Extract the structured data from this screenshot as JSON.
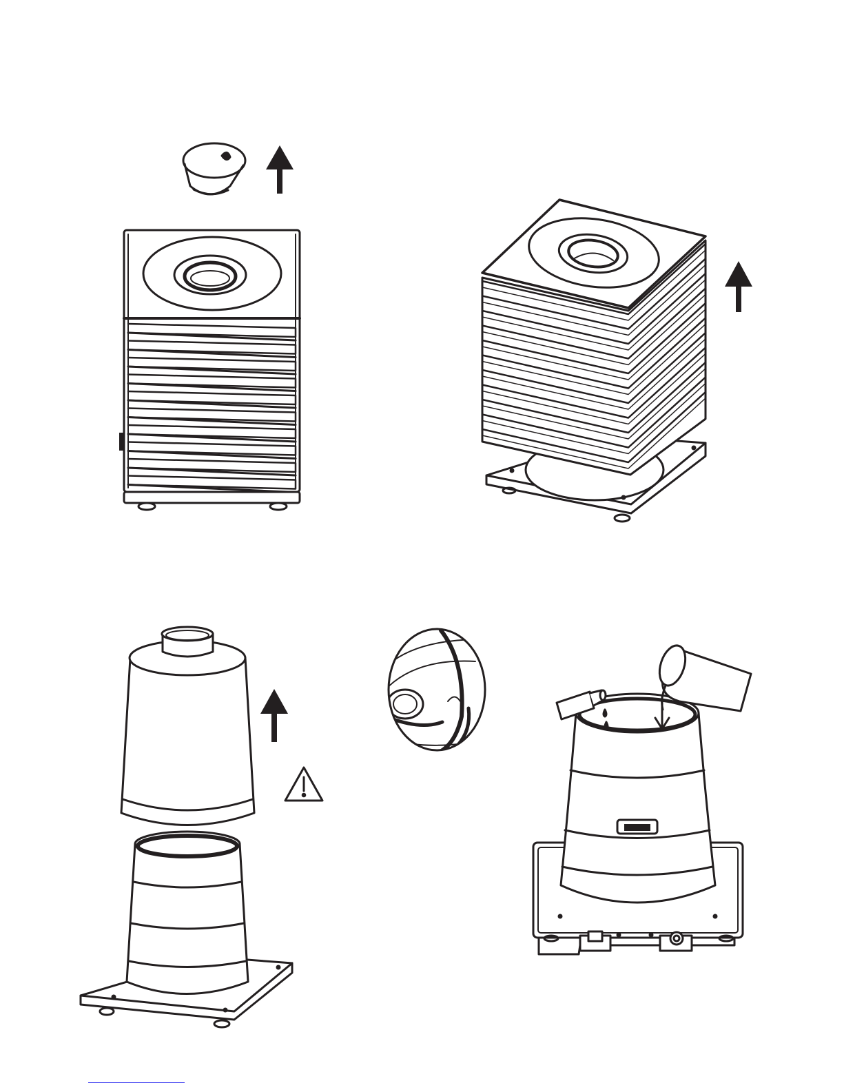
{
  "colors": {
    "ink": "#231f20",
    "paper": "#ffffff",
    "shade": "#f2f2f2",
    "link": "#2a2af0"
  },
  "panels": [
    {
      "name": "step-remove-cap",
      "icon": "up-arrow-icon"
    },
    {
      "name": "step-lift-cover",
      "icon": "up-arrow-icon"
    },
    {
      "name": "step-lift-tank",
      "icon": "warning-icon"
    },
    {
      "name": "step-detail-view",
      "icon": "magnifier-detail"
    },
    {
      "name": "step-fill-water",
      "icon": "pour-icon"
    }
  ]
}
